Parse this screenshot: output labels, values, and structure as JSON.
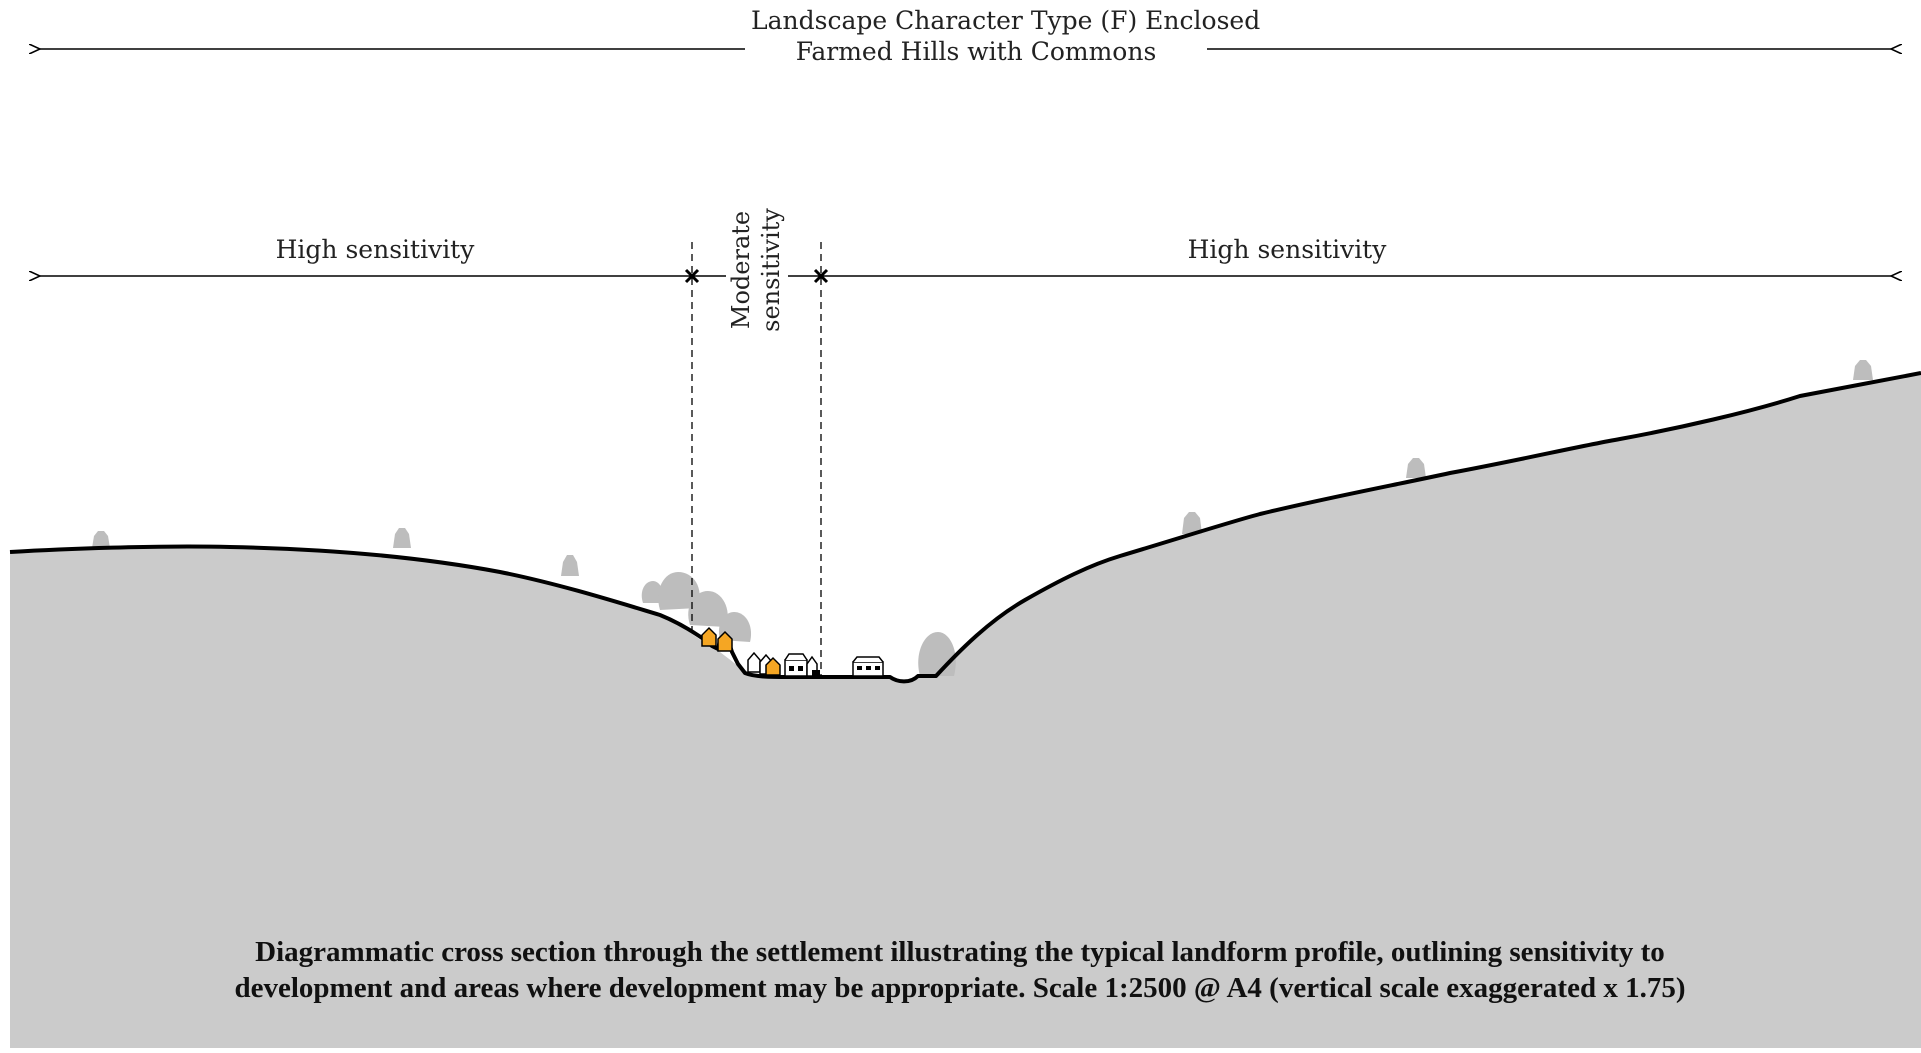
{
  "diagram": {
    "title_line1": "Landscape Character Type (F) Enclosed",
    "title_line2": "Farmed Hills with Commons",
    "zones": {
      "left": "High sensitivity",
      "middle_line1": "Moderate",
      "middle_line2": "sensitivity",
      "right": "High sensitivity"
    },
    "caption_line1": "Diagrammatic cross section through the settlement illustrating the typical landform profile, outlining sensitivity to",
    "caption_line2": "development and areas where development may be appropriate. Scale 1:2500 @ A4 (vertical scale exaggerated x 1.75)"
  },
  "colors": {
    "ground": "#cbcbcb",
    "profile_line": "#000000",
    "trees": "#bdbdbd",
    "highlight_buildings": "#f5a623",
    "text": "#222222"
  }
}
